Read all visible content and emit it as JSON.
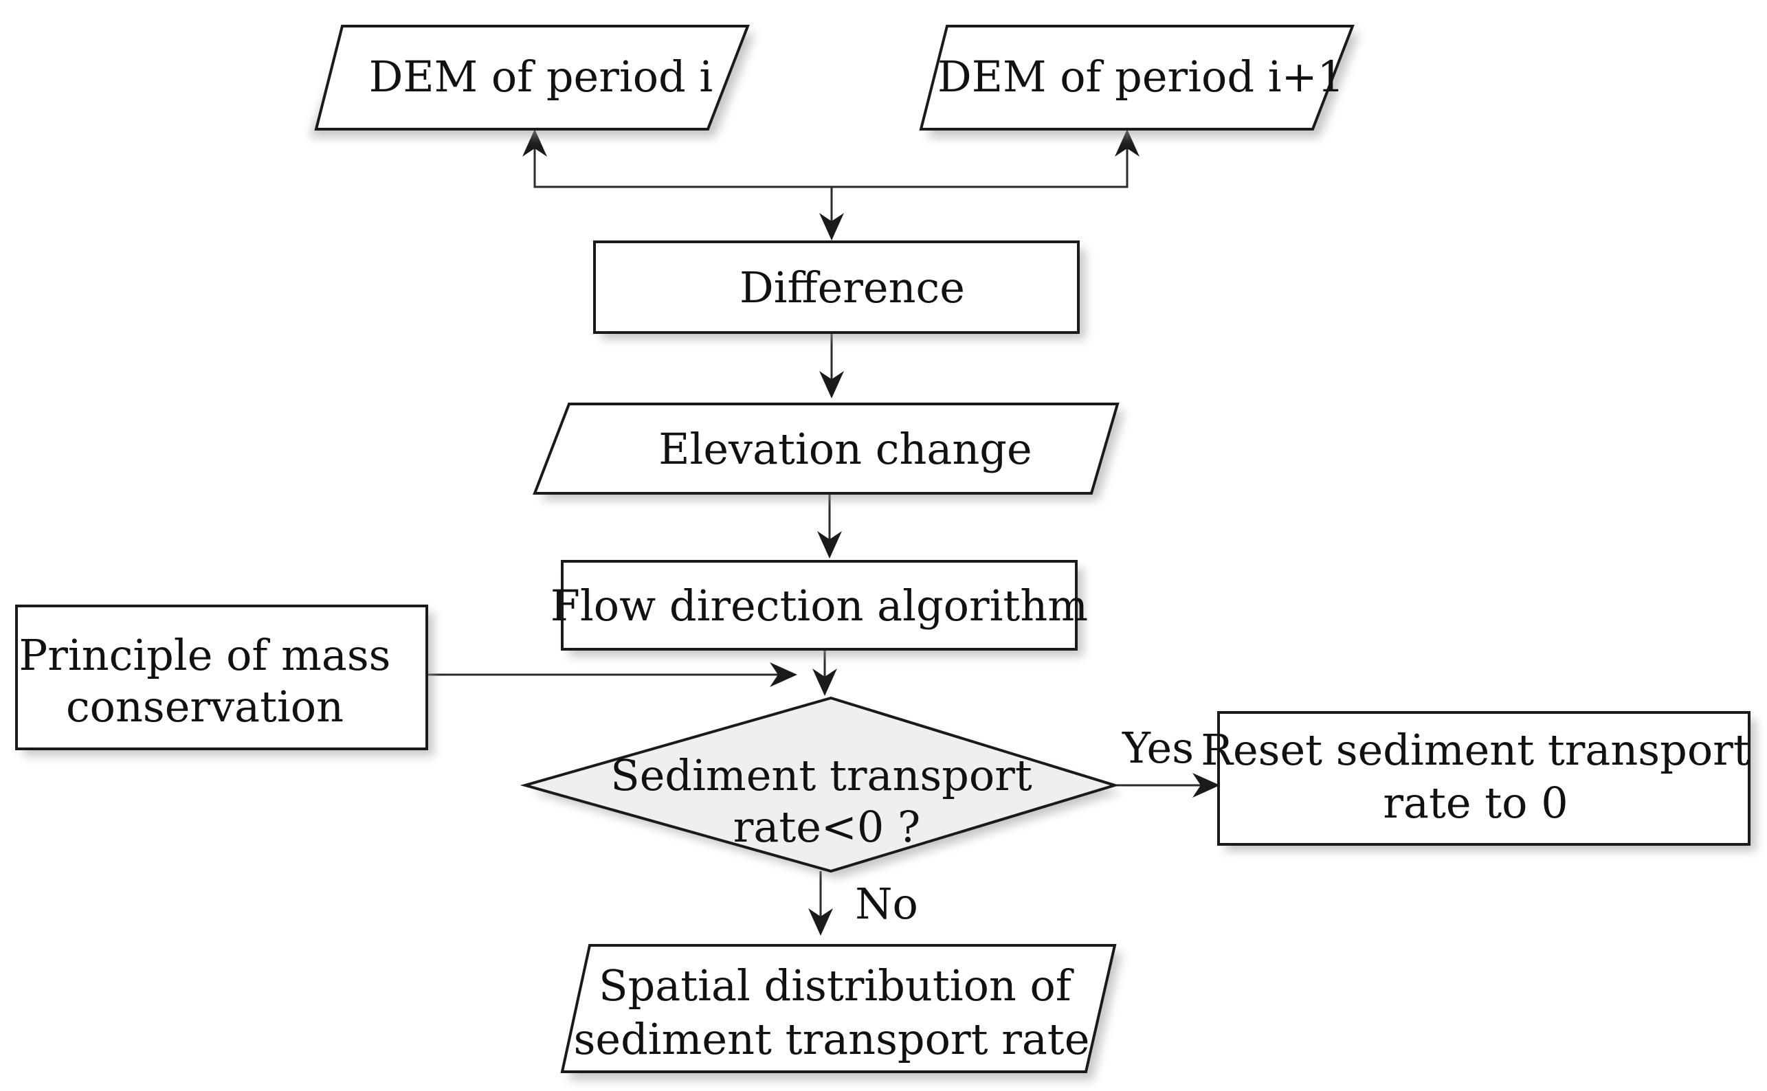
{
  "nodes": {
    "dem_i": "DEM of period i",
    "dem_i1": "DEM of period i+1",
    "difference": "Difference",
    "elevation_change": "Elevation change",
    "flow_direction": "Flow direction algorithm",
    "mass_conservation": [
      "Principle of mass",
      "conservation"
    ],
    "decision": [
      "Sediment transport",
      "rate<0 ?"
    ],
    "reset": [
      "Reset sediment transport",
      "rate to 0"
    ],
    "output": [
      "Spatial distribution of",
      "sediment transport rate"
    ]
  },
  "edges": {
    "yes_label": "Yes",
    "no_label": "No"
  }
}
